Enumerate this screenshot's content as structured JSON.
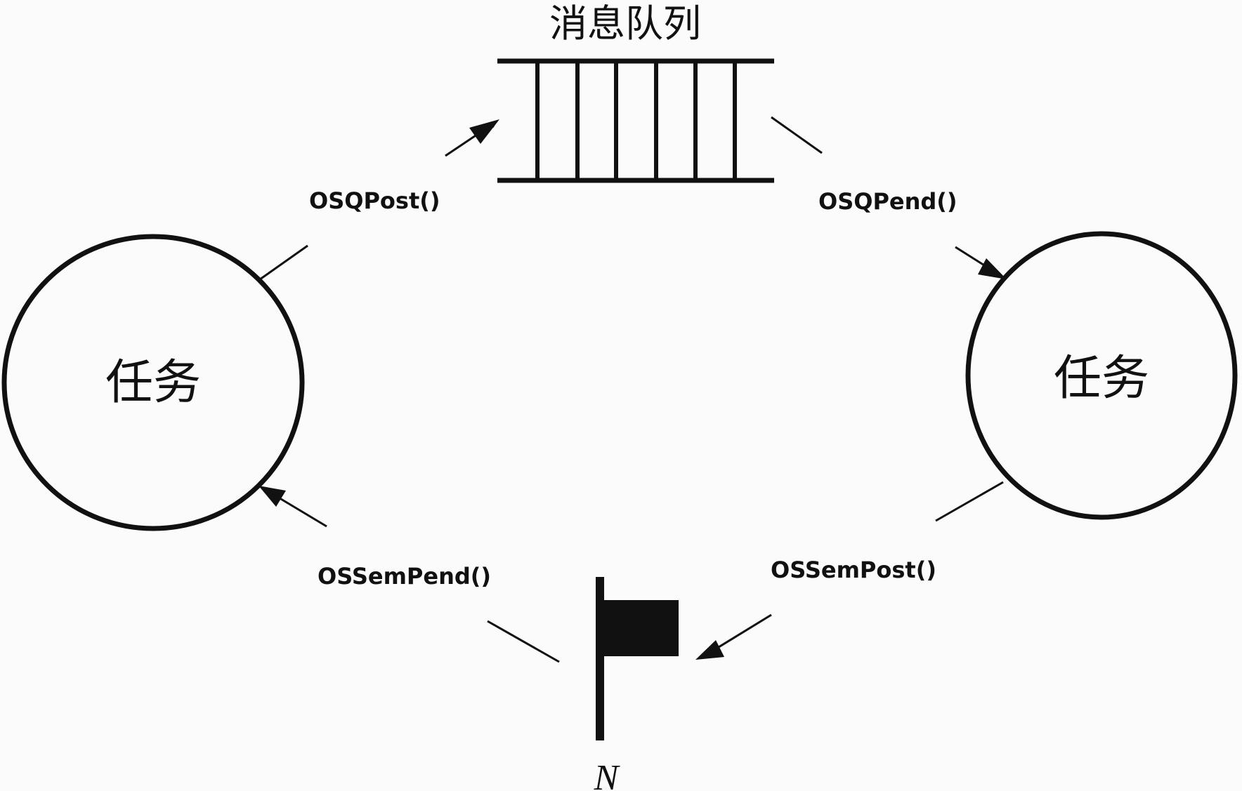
{
  "queue": {
    "title": "消息队列"
  },
  "tasks": [
    {
      "label": "任务"
    },
    {
      "label": "任务"
    }
  ],
  "calls": {
    "q_post": "OSQPost()",
    "q_pend": "OSQPend()",
    "sem_pend": "OSSemPend()",
    "sem_post": "OSSemPost()"
  },
  "semaphore": {
    "label": "N"
  }
}
